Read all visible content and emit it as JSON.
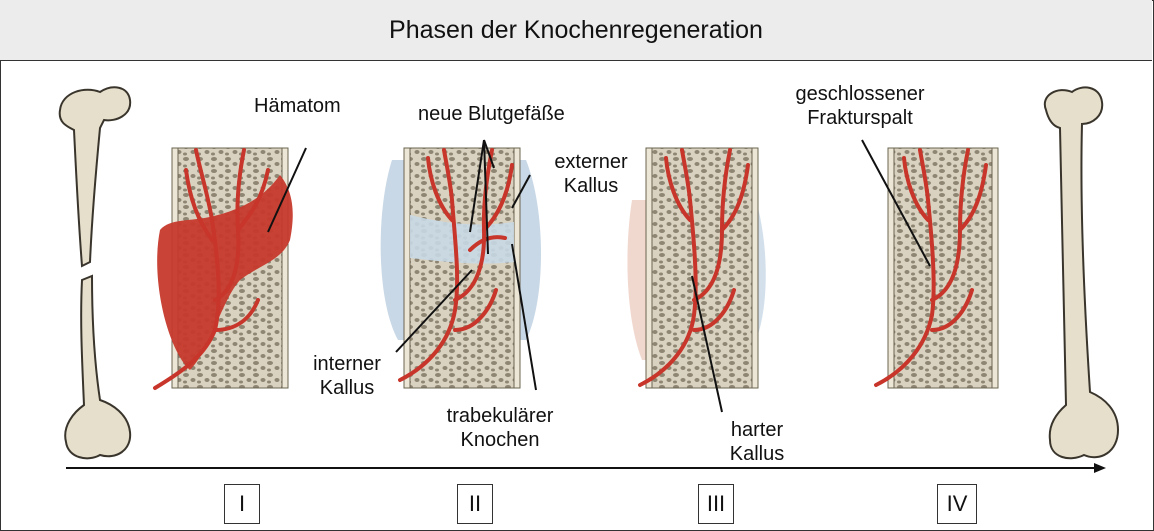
{
  "title": "Phasen der Knochenregeneration",
  "labels": {
    "haematom": "Hämatom",
    "neue_blutgefaesse": "neue Blutgefäße",
    "externer_kallus_1": "externer",
    "externer_kallus_2": "Kallus",
    "interner_kallus_1": "interner",
    "interner_kallus_2": "Kallus",
    "trabekulaerer_1": "trabekulärer",
    "trabekulaerer_2": "Knochen",
    "harter_kallus_1": "harter",
    "harter_kallus_2": "Kallus",
    "geschlossener_1": "geschlossener",
    "geschlossener_2": "Frakturspalt"
  },
  "phases": [
    "I",
    "II",
    "III",
    "IV"
  ],
  "colors": {
    "bone": "#e3dccb",
    "bone_outline": "#3a352c",
    "vessel": "#c8352a",
    "hematoma": "#c6392c",
    "soft_callus": "#c8d8e6",
    "hard_callus": "#f1d8cf",
    "trabecular": "#cfc8b5"
  }
}
